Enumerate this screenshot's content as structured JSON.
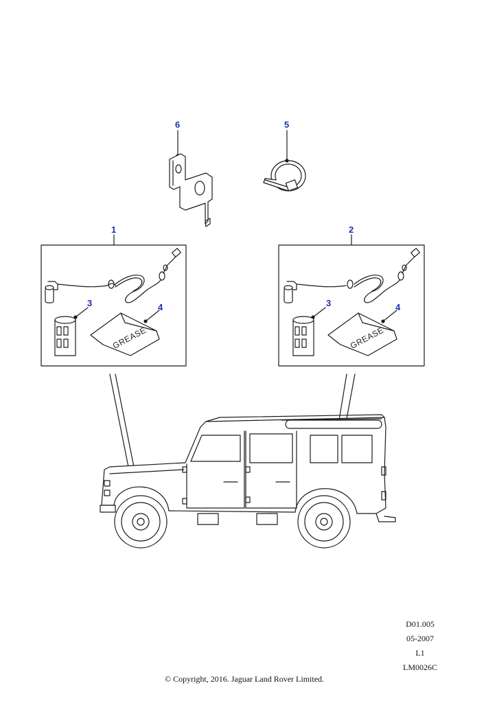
{
  "callouts": {
    "c1": "1",
    "c2": "2",
    "c3a": "3",
    "c3b": "3",
    "c4a": "4",
    "c4b": "4",
    "c5": "5",
    "c6": "6"
  },
  "labels": {
    "grease_left": "GREASE",
    "grease_right": "GREASE"
  },
  "metadata": {
    "ref": "D01.005",
    "date": "05-2007",
    "level": "L1",
    "code": "LM0026C"
  },
  "copyright": "© Copyright, 2016. Jaguar Land Rover Limited.",
  "colors": {
    "callout": "#1f2fb8",
    "line": "#1a1a1a"
  }
}
